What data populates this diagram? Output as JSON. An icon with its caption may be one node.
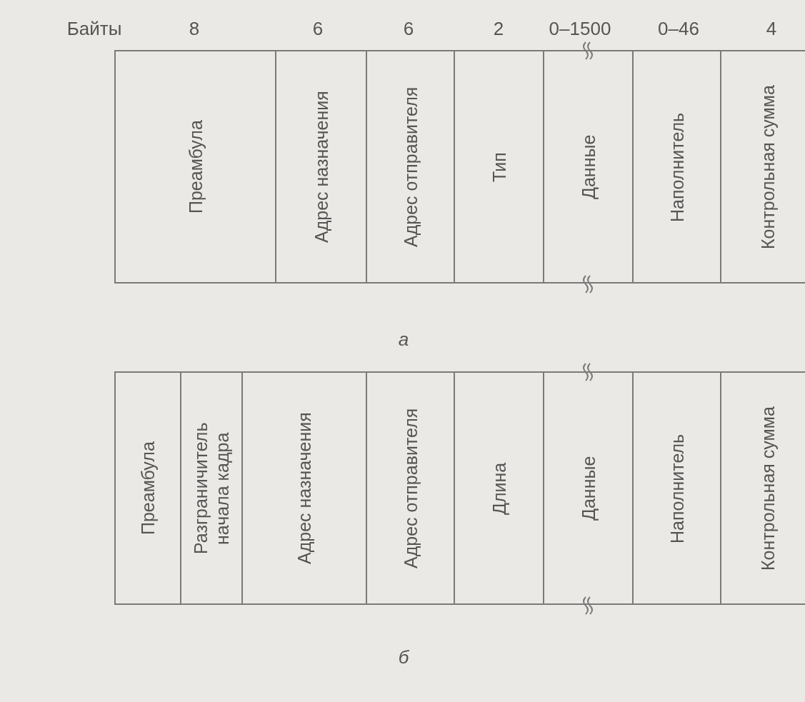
{
  "diagram": {
    "nodes": [
      {
        "text": [
          "Преамбула"
        ]
      },
      {
        "text": [
          "Адрес назначения"
        ]
      },
      {
        "text": [
          "Адрес отправителя"
        ]
      },
      {
        "text": [
          "Тип"
        ]
      },
      {
        "text": [
          "Данные"
        ]
      },
      {
        "text": [
          "Наполнитель"
        ]
      },
      {
        "text": [
          "Контрольная сумма"
        ]
      },
      {
        "text": [
          "Преамбула"
        ]
      },
      {
        "text": [
          "Разграничитель начала кадра"
        ]
      },
      {
        "text": [
          "Адрес назначения"
        ]
      },
      {
        "text": [
          "Адрес отправителя"
        ]
      },
      {
        "text": [
          "Длина"
        ]
      },
      {
        "text": [
          "Данные"
        ]
      },
      {
        "text": [
          "Наполнитель"
        ]
      },
      {
        "text": [
          "Контрольная сумма"
        ]
      }
    ],
    "labels": [
      "Байты",
      "8",
      "6",
      "6",
      "2",
      "0–1500",
      "0–46",
      "4",
      "а",
      "б"
    ]
  }
}
